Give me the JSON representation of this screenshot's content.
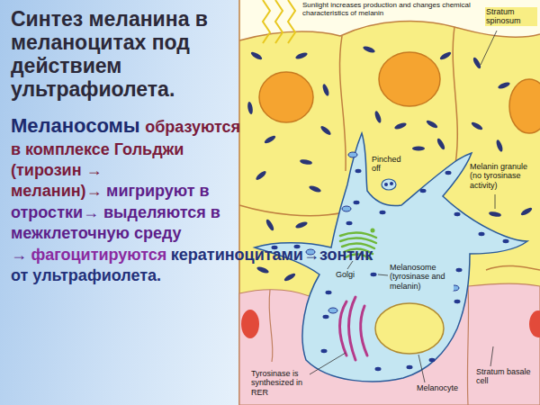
{
  "diagram": {
    "title": "Синтез меланина в меланоцитах под действием ультрафиолета.",
    "labels": [
      "Меланосомы",
      "образуются в комплексе Гольджи (тирозин → меланин)→",
      "мигрируют в отростки→ выделяются в межклеточную среду →",
      "фагоцитируются",
      "кератиноцитами→зонтик от ультрафиолета.",
      "Sunlight increases production and changes chemical characteristics of melanin",
      "Stratum spinosum",
      "Pinched off",
      "Melanin granule (no tyrosinase activity)",
      "Golgi",
      "Melanosome (tyrosinase and melanin)",
      "Tyrosinase is synthesized in RER",
      "Melanocyte",
      "Stratum basale cell"
    ]
  }
}
